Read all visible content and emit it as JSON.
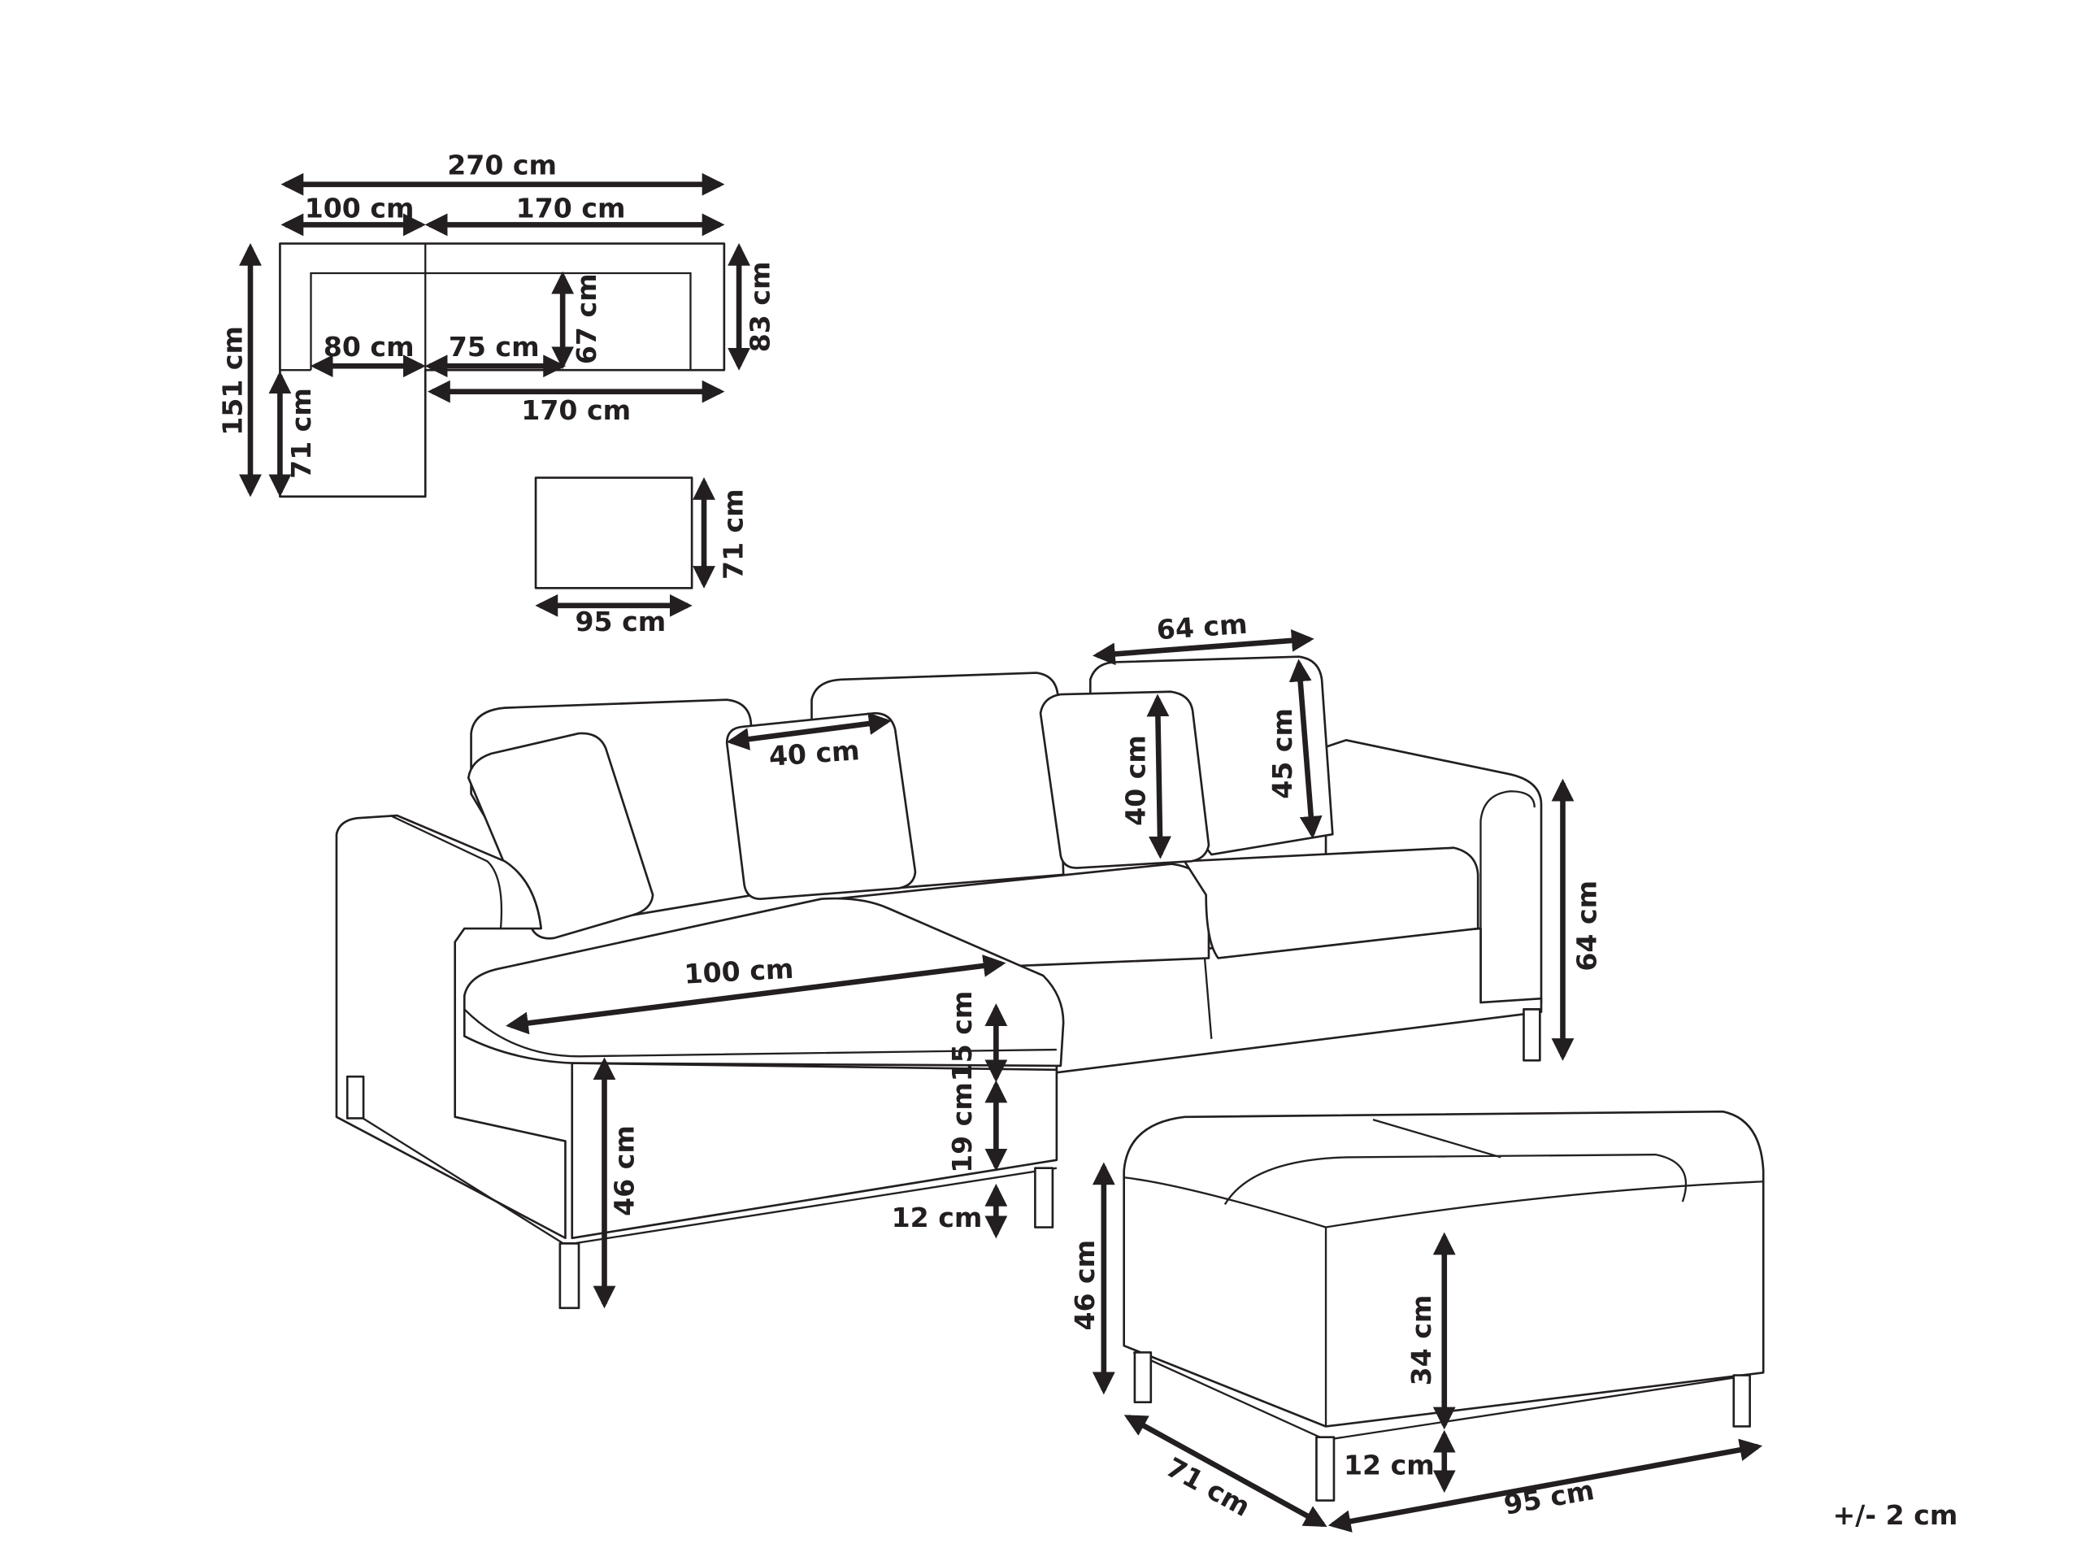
{
  "colors": {
    "line": "#231f20",
    "background": "#ffffff"
  },
  "floor_plan": {
    "total_width": "270 cm",
    "chaise_width": "100 cm",
    "sofa_width": "170 cm",
    "total_depth": "151 cm",
    "chaise_extension": "71 cm",
    "chaise_seat_width": "80 cm",
    "seat_width_part": "75 cm",
    "seat_depth": "67 cm",
    "sofa_depth": "83 cm",
    "sofa_width_lower": "170 cm"
  },
  "ottoman_plan": {
    "depth": "71 cm",
    "width": "95 cm"
  },
  "sofa_view": {
    "back_cushion_width": "64 cm",
    "back_cushion_height": "45 cm",
    "pillow_height": "40 cm",
    "pillow_width": "40 cm",
    "total_height": "64 cm",
    "chaise_cushion_length": "100 cm",
    "cushion_thickness": "15 cm",
    "base_height": "19 cm",
    "leg_height": "12 cm",
    "seat_height": "46 cm"
  },
  "ottoman_view": {
    "total_height": "46 cm",
    "body_height": "34 cm",
    "leg_height": "12 cm",
    "depth": "71 cm",
    "width": "95 cm"
  },
  "tolerance": "+/- 2 cm"
}
